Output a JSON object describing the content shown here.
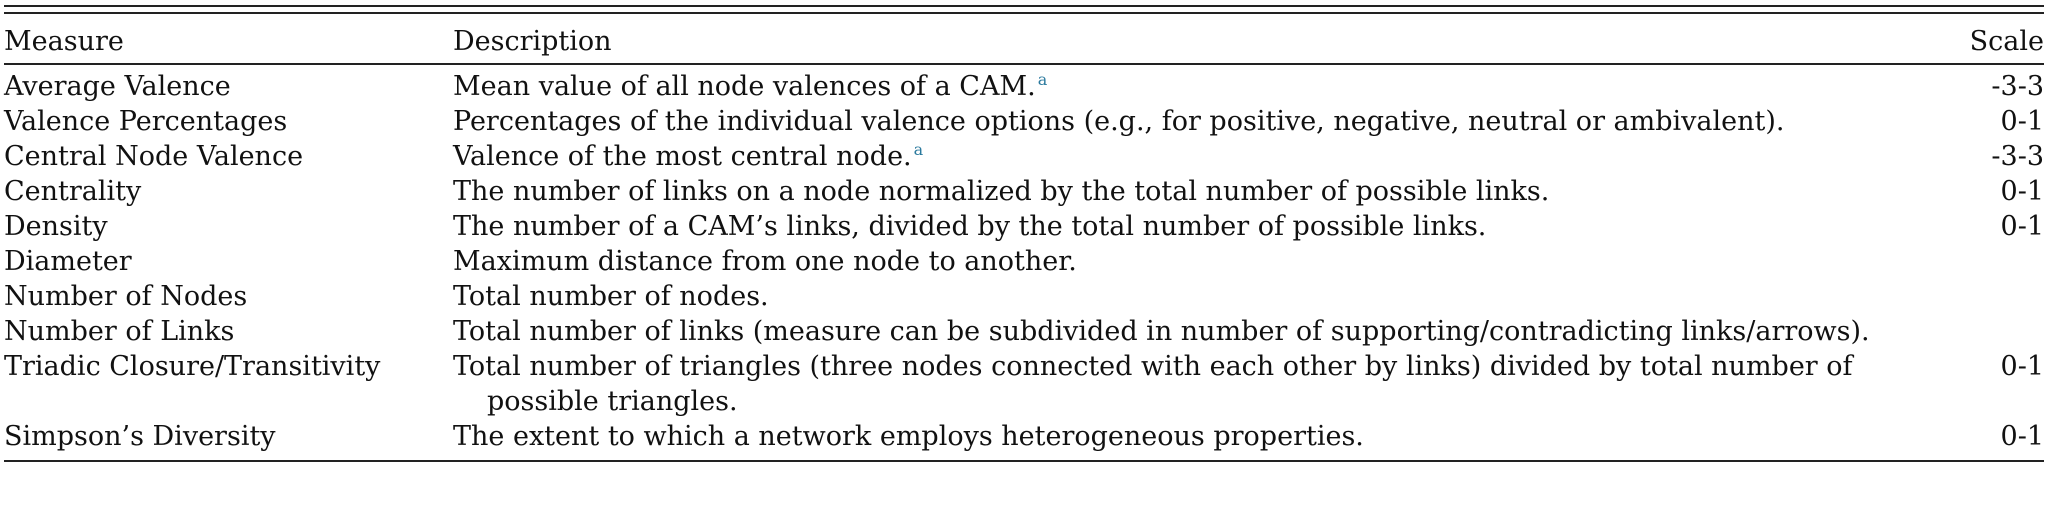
{
  "table": {
    "headers": {
      "measure": "Measure",
      "description": "Description",
      "scale": "Scale"
    },
    "rows": [
      {
        "measure": "Average Valence",
        "description": "Mean value of all node valences of a CAM.",
        "note": "a",
        "scale": "-3-3"
      },
      {
        "measure": "Valence Percentages",
        "description": "Percentages of the individual valence options (e.g., for positive, negative, neutral or ambivalent).",
        "note": "",
        "scale": "0-1"
      },
      {
        "measure": "Central Node Valence",
        "description": "Valence of the most central node.",
        "note": "a",
        "scale": "-3-3"
      },
      {
        "measure": "Centrality",
        "description": "The number of links on a node normalized by the total number of possible links.",
        "note": "",
        "scale": "0-1"
      },
      {
        "measure": "Density",
        "description": "The number of a CAM’s links, divided by the total number of possible links.",
        "note": "",
        "scale": "0-1"
      },
      {
        "measure": "Diameter",
        "description": "Maximum distance from one node to another.",
        "note": "",
        "scale": ""
      },
      {
        "measure": "Number of Nodes",
        "description": "Total number of nodes.",
        "note": "",
        "scale": ""
      },
      {
        "measure": "Number of Links",
        "description": "Total number of links (measure can be subdivided in number of supporting/contradicting links/arrows).",
        "note": "",
        "scale": ""
      },
      {
        "measure": "Triadic Closure/Transitivity",
        "description": "Total number of triangles (three nodes connected with each other by links) divided by total number of possible triangles.",
        "note": "",
        "scale": "0-1"
      },
      {
        "measure": "Simpson’s Diversity",
        "description": "The extent to which a network employs heterogeneous properties.",
        "note": "",
        "scale": "0-1"
      }
    ]
  }
}
